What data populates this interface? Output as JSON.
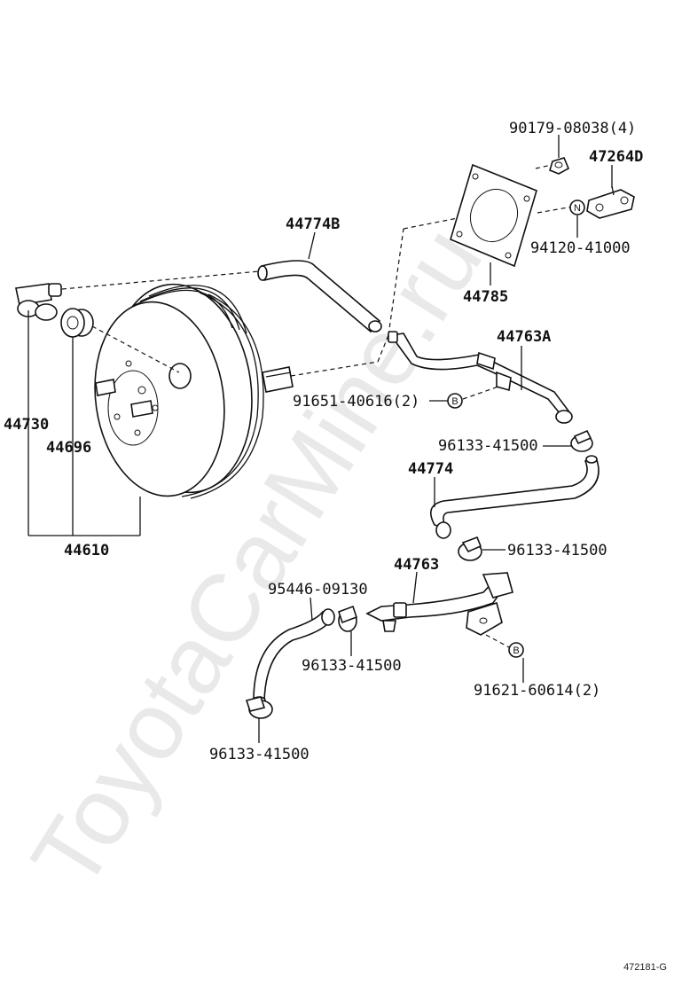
{
  "watermark": "ToyotaCarMine.ru",
  "reference_code": "472181-G",
  "labels": {
    "l_90179": "90179-08038(4)",
    "l_47264D": "47264D",
    "l_94120": "94120-41000",
    "l_44785": "44785",
    "l_44774B": "44774B",
    "l_44763A": "44763A",
    "l_91651": "91651-40616(2)",
    "l_96133_a": "96133-41500",
    "l_44774": "44774",
    "l_96133_b": "96133-41500",
    "l_44730": "44730",
    "l_44696": "44696",
    "l_44610": "44610",
    "l_44763": "44763",
    "l_95446": "95446-09130",
    "l_96133_c": "96133-41500",
    "l_91621": "91621-60614(2)",
    "l_96133_d": "96133-41500"
  },
  "markers": {
    "n": "N",
    "b1": "B",
    "b2": "B"
  }
}
